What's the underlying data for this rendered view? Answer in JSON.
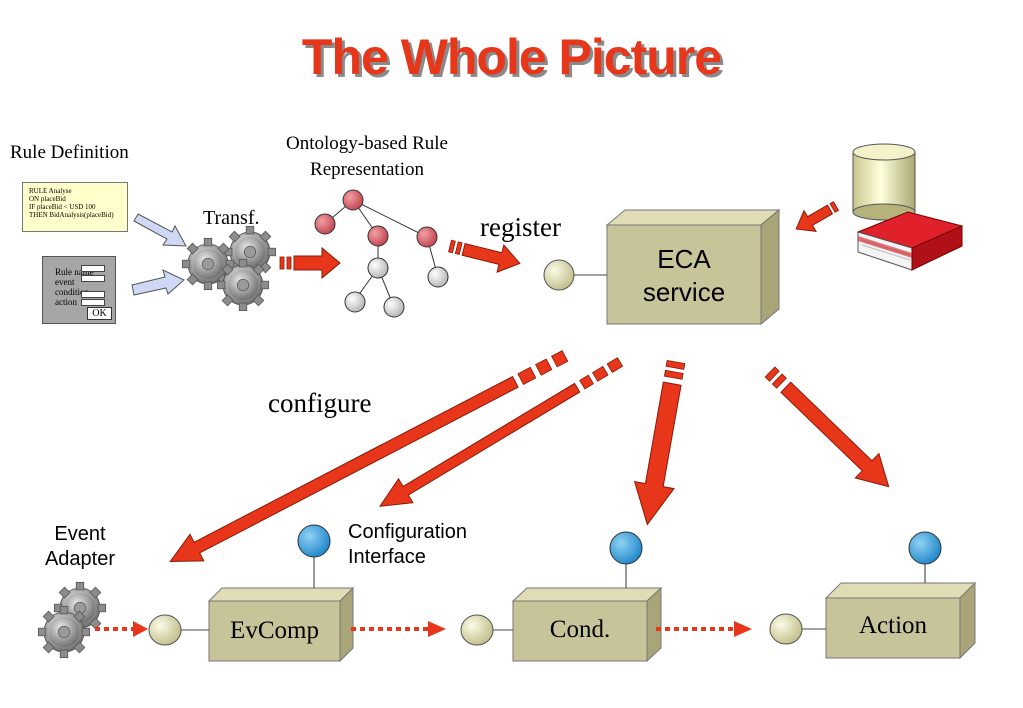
{
  "title": "The Whole Picture",
  "rule_definition": {
    "label": "Rule Definition",
    "note_lines": [
      "RULE Analyse",
      "ON placeBid",
      "IF placeBid  < USD 100",
      "THEN BidAnalysis(placeBid)"
    ],
    "form_fields": [
      "Rule name",
      "event",
      "condition",
      "action"
    ],
    "ok_label": "OK"
  },
  "transf_label": "Transf.",
  "ontology_label_line1": "Ontology-based Rule",
  "ontology_label_line2": "Representation",
  "register_label": "register",
  "eca_line1": "ECA",
  "eca_line2": "service",
  "configure_label": "configure",
  "event_adapter_line1": "Event",
  "event_adapter_line2": "Adapter",
  "config_interface_line1": "Configuration",
  "config_interface_line2": "Interface",
  "components": [
    "EvComp",
    "Cond.",
    "Action"
  ],
  "colors": {
    "title": "#e8361a",
    "arrow": "#e8361a",
    "box_front": "#c8c49a",
    "node_red": "#d9626b",
    "node_blue": "#3fa9e0",
    "port": "#e0deb0"
  }
}
